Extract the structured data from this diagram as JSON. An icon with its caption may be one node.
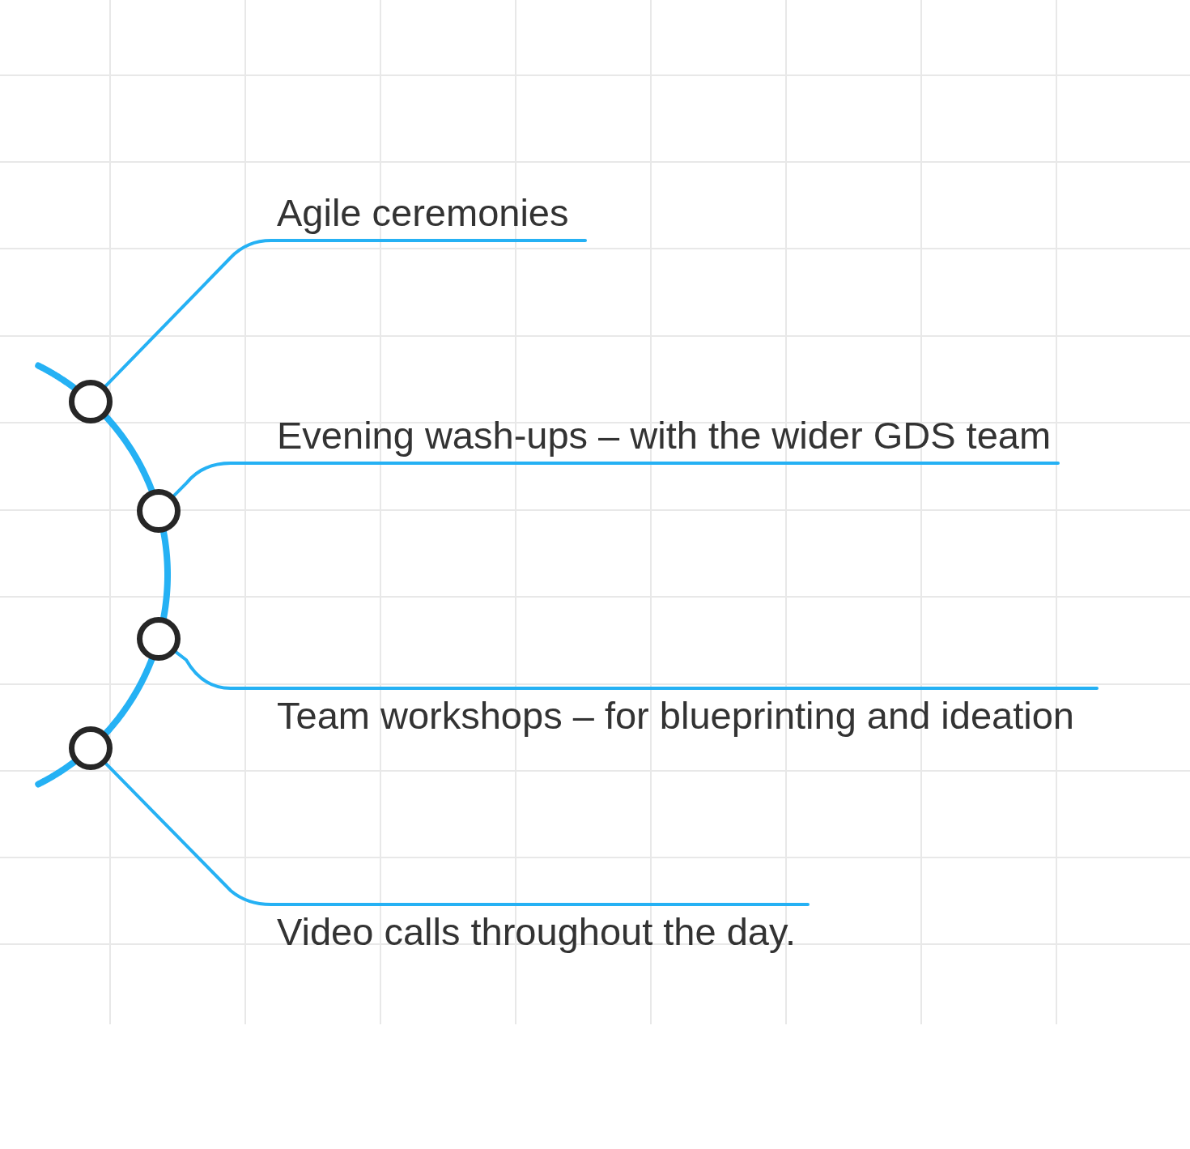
{
  "diagram": {
    "nodes": [
      {
        "text": [],
        "shape": "circle"
      },
      {
        "text": [],
        "shape": "circle"
      },
      {
        "text": [],
        "shape": "circle"
      },
      {
        "text": [],
        "shape": "circle"
      },
      {
        "text": [
          "Agile ceremonies"
        ]
      },
      {
        "text": [
          "Evening wash-ups – with the wider GDS team"
        ]
      },
      {
        "text": [
          "Team workshops – for blueprinting and ideation"
        ]
      },
      {
        "text": [
          "Video calls throughout the day."
        ]
      }
    ],
    "edges": [
      {
        "from": null,
        "to": 0,
        "arrow": "none"
      },
      {
        "from": 0,
        "to": 1,
        "arrow": "none"
      },
      {
        "from": 1,
        "to": 2,
        "arrow": "none"
      },
      {
        "from": 2,
        "to": 3,
        "arrow": "none"
      },
      {
        "from": 3,
        "to": null,
        "arrow": "none"
      },
      {
        "from": 0,
        "to": 4,
        "arrow": "none"
      },
      {
        "from": 1,
        "to": 5,
        "arrow": "none"
      },
      {
        "from": 2,
        "to": 6,
        "arrow": "none"
      },
      {
        "from": 3,
        "to": 7,
        "arrow": "none"
      }
    ]
  }
}
